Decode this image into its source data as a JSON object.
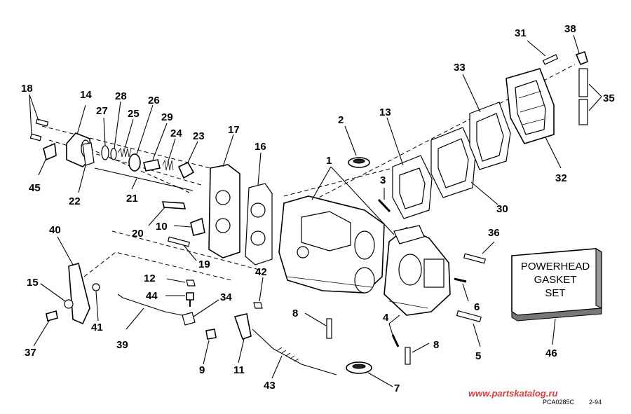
{
  "callouts": {
    "n1": "1",
    "n2": "2",
    "n3": "3",
    "n4": "4",
    "n5": "5",
    "n6": "6",
    "n7": "7",
    "n8a": "8",
    "n8b": "8",
    "n9": "9",
    "n10": "10",
    "n11": "11",
    "n12": "12",
    "n13": "13",
    "n14": "14",
    "n15": "15",
    "n16": "16",
    "n17": "17",
    "n18": "18",
    "n19": "19",
    "n20": "20",
    "n21": "21",
    "n22": "22",
    "n23": "23",
    "n24": "24",
    "n25": "25",
    "n26": "26",
    "n27": "27",
    "n28": "28",
    "n29": "29",
    "n30": "30",
    "n31": "31",
    "n32": "32",
    "n33": "33",
    "n34": "34",
    "n35": "35",
    "n36": "36",
    "n37": "37",
    "n38": "38",
    "n39": "39",
    "n40": "40",
    "n41": "41",
    "n42": "42",
    "n43": "43",
    "n44": "44",
    "n45": "45",
    "n46": "46"
  },
  "gasket_set": {
    "line1": "POWERHEAD",
    "line2": "GASKET",
    "line3": "SET"
  },
  "watermark": "www.partskatalog.ru",
  "drawing_code": "PCA0285C",
  "drawing_date": "2-94",
  "colors": {
    "line": "#000000",
    "background": "#ffffff",
    "watermark": "#e23a3a"
  }
}
